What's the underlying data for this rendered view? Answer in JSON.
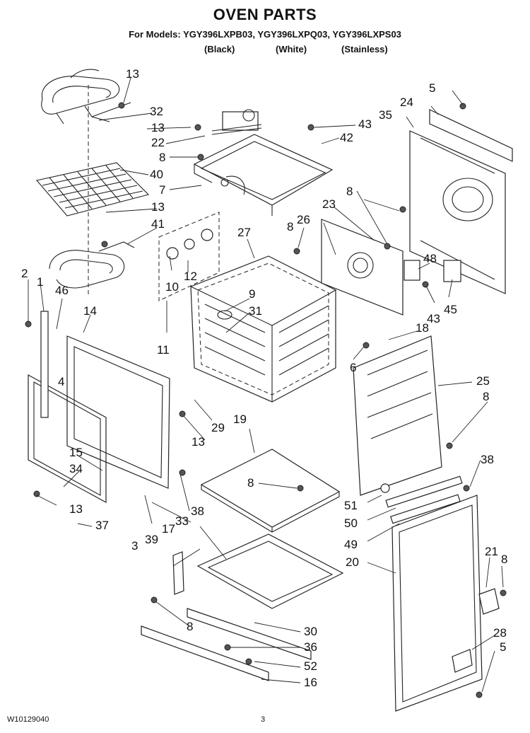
{
  "page": {
    "title": "OVEN PARTS",
    "models_line": "For Models: YGY396LXPB03, YGY396LXPQ03, YGY396LXPS03",
    "finishes": [
      "(Black)",
      "(White)",
      "(Stainless)"
    ],
    "doc_number": "W10129040",
    "page_number": "3"
  },
  "callouts": [
    "13",
    "32",
    "13",
    "22",
    "8",
    "40",
    "7",
    "43",
    "42",
    "5",
    "24",
    "35",
    "8",
    "23",
    "8",
    "26",
    "27",
    "13",
    "41",
    "2",
    "1",
    "46",
    "14",
    "4",
    "10",
    "12",
    "11",
    "9",
    "31",
    "48",
    "43",
    "45",
    "18",
    "6",
    "25",
    "8",
    "29",
    "13",
    "19",
    "15",
    "34",
    "13",
    "37",
    "39",
    "17",
    "38",
    "33",
    "8",
    "38",
    "51",
    "50",
    "49",
    "3",
    "21",
    "8",
    "20",
    "8",
    "30",
    "36",
    "52",
    "16",
    "28",
    "5"
  ]
}
